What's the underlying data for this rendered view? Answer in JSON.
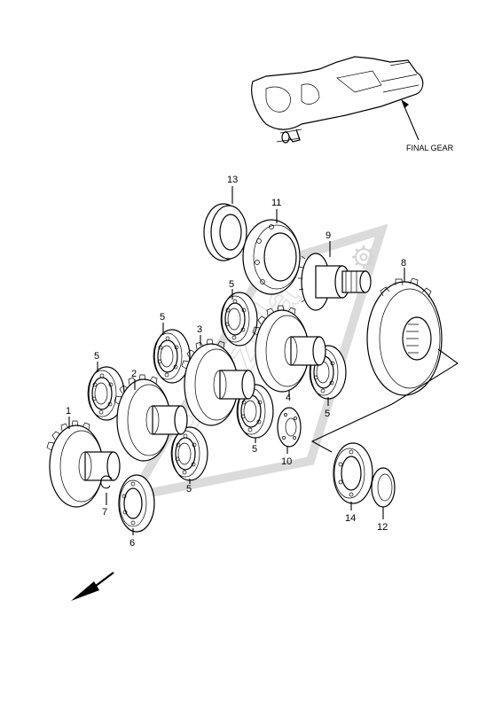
{
  "caption": "FINAL GEAR",
  "parts": {
    "p1": "1",
    "p2": "2",
    "p3": "3",
    "p4": "4",
    "p5a": "5",
    "p5b": "5",
    "p5c": "5",
    "p5d": "5",
    "p5e": "5",
    "p5f": "5",
    "p6": "6",
    "p7": "7",
    "p8": "8",
    "p9": "9",
    "p10": "10",
    "p11": "11",
    "p12": "12",
    "p13": "13",
    "p14": "14"
  },
  "watermark_icon": "gear-icon",
  "direction_icon": "arrow-down-left-icon"
}
